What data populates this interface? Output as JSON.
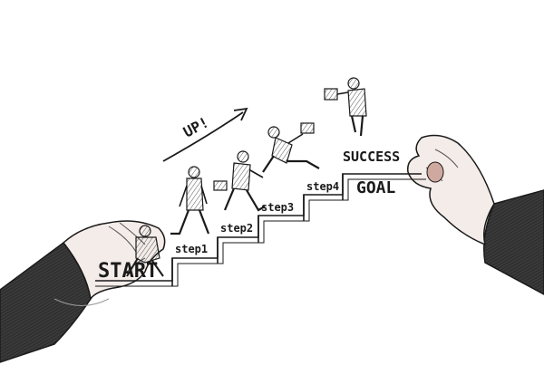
{
  "labels": {
    "up": "UP!",
    "start": "START",
    "step1": "step1",
    "step2": "step2",
    "step3": "step3",
    "step4": "step4",
    "success": "SUCCESS",
    "goal": "GOAL"
  },
  "colors": {
    "ink": "#1a1a1a",
    "sleeve": "#2f2f2f",
    "skin": "#f3ece8",
    "hatch": "#777777"
  }
}
